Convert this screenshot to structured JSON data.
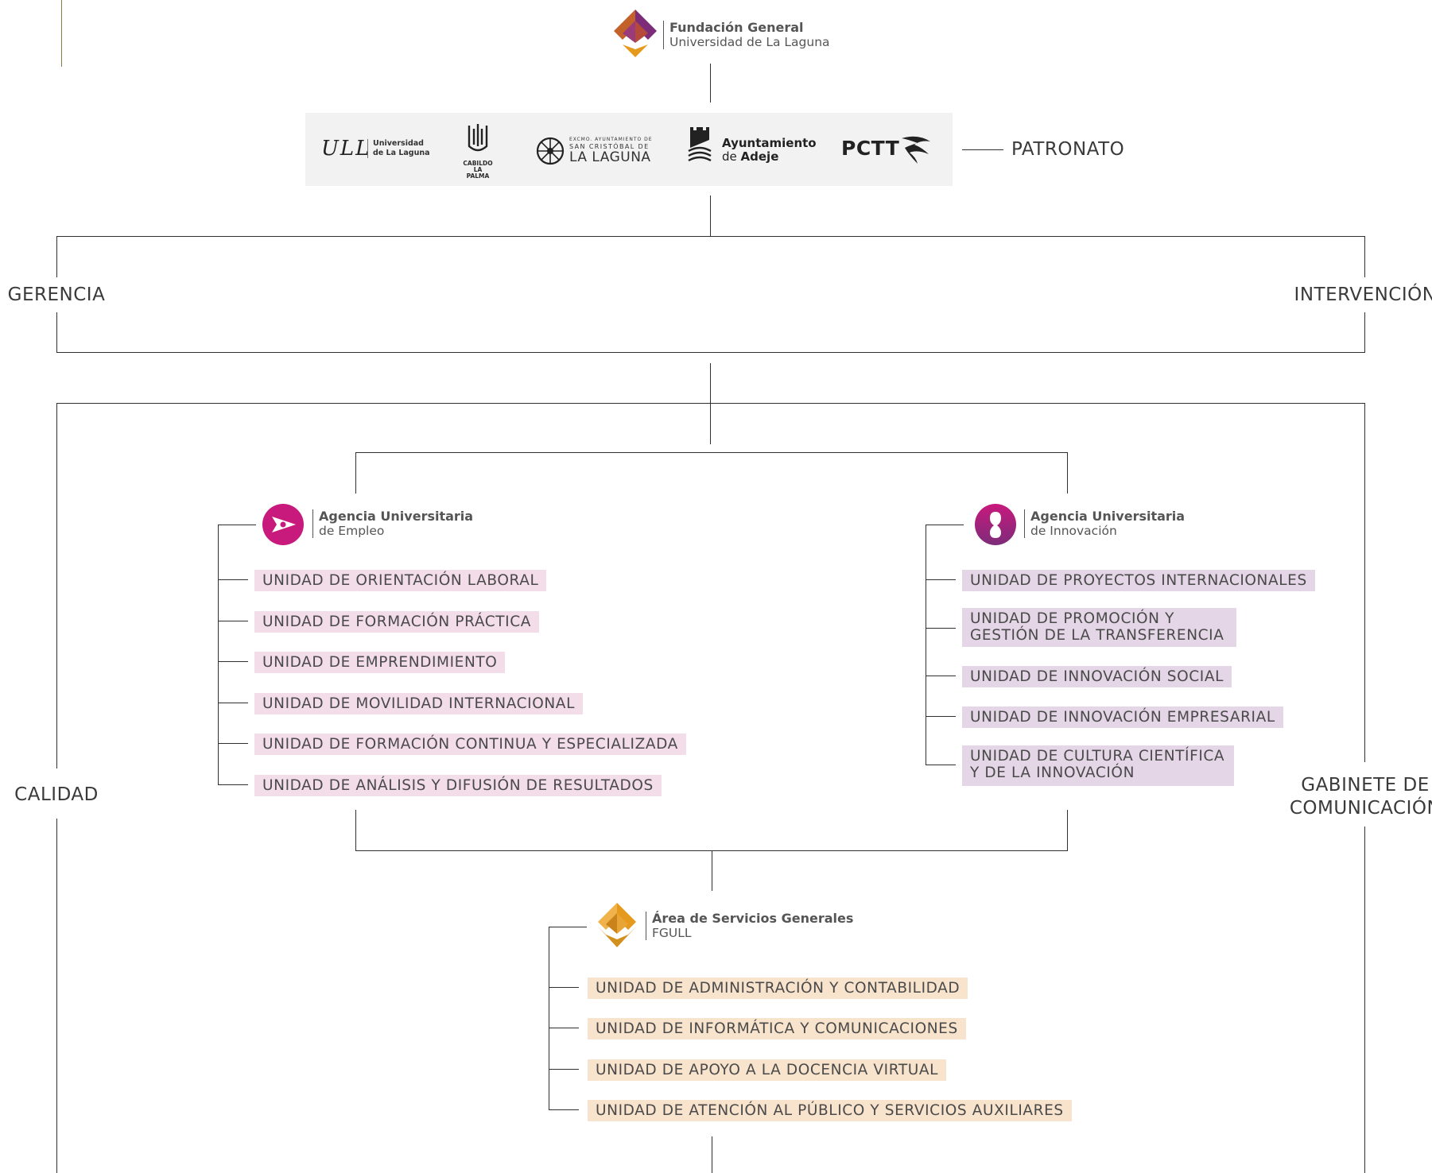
{
  "header": {
    "title_line1": "Fundación General",
    "title_line2": "Universidad de La Laguna"
  },
  "patronato": {
    "label": "PATRONATO",
    "members": {
      "ull_mark": "ULL",
      "ull_line1": "Universidad",
      "ull_line2": "de La Laguna",
      "cabildo_line1": "CABILDO",
      "cabildo_line2": "LA PALMA",
      "sancristobal_line1": "EXCMO. AYUNTAMIENTO DE",
      "sancristobal_line2": "SAN CRISTÓBAL DE",
      "sancristobal_line3": "LA LAGUNA",
      "adeje_line1": "Ayuntamiento",
      "adeje_line2_a": "de ",
      "adeje_line2_b": "Adeje",
      "pctt": "PCTT"
    }
  },
  "top_units": {
    "left": "GERENCIA",
    "right": "INTERVENCIÓN"
  },
  "side_units": {
    "left": "CALIDAD",
    "right_line1": "GABINETE DE",
    "right_line2": "COMUNICACIÓN"
  },
  "agencia_empleo": {
    "title": "Agencia Universitaria",
    "subtitle": "de Empleo",
    "units": [
      "UNIDAD DE ORIENTACIÓN LABORAL",
      "UNIDAD DE FORMACIÓN PRÁCTICA",
      "UNIDAD DE EMPRENDIMIENTO",
      "UNIDAD DE MOVILIDAD INTERNACIONAL",
      "UNIDAD DE FORMACIÓN CONTINUA Y ESPECIALIZADA",
      "UNIDAD DE ANÁLISIS Y DIFUSIÓN DE RESULTADOS"
    ],
    "color": "#c8197c"
  },
  "agencia_innovacion": {
    "title": "Agencia Universitaria",
    "subtitle": "de Innovación",
    "units": [
      [
        "UNIDAD DE PROYECTOS INTERNACIONALES"
      ],
      [
        "UNIDAD DE PROMOCIÓN Y",
        "GESTIÓN DE LA TRANSFERENCIA"
      ],
      [
        "UNIDAD DE INNOVACIÓN SOCIAL"
      ],
      [
        "UNIDAD DE INNOVACIÓN EMPRESARIAL"
      ],
      [
        "UNIDAD DE CULTURA CIENTÍFICA",
        "Y DE LA INNOVACIÓN"
      ]
    ],
    "color": "#9c2a8c"
  },
  "servicios_generales": {
    "title": "Área de Servicios Generales",
    "subtitle": "FGULL",
    "units": [
      "UNIDAD DE ADMINISTRACIÓN Y CONTABILIDAD",
      "UNIDAD DE INFORMÁTICA Y COMUNICACIONES",
      "UNIDAD DE APOYO A LA DOCENCIA VIRTUAL",
      "UNIDAD DE ATENCIÓN AL PÚBLICO Y SERVICIOS AUXILIARES"
    ],
    "color": "#d4901f"
  },
  "colors": {
    "empleo_bg": "#f3dde9",
    "innovacion_bg": "#e4d6e6",
    "servicios_bg": "#f8e3cd",
    "fgull_purple": "#7d2c7a",
    "fgull_orange": "#e59a1e"
  }
}
